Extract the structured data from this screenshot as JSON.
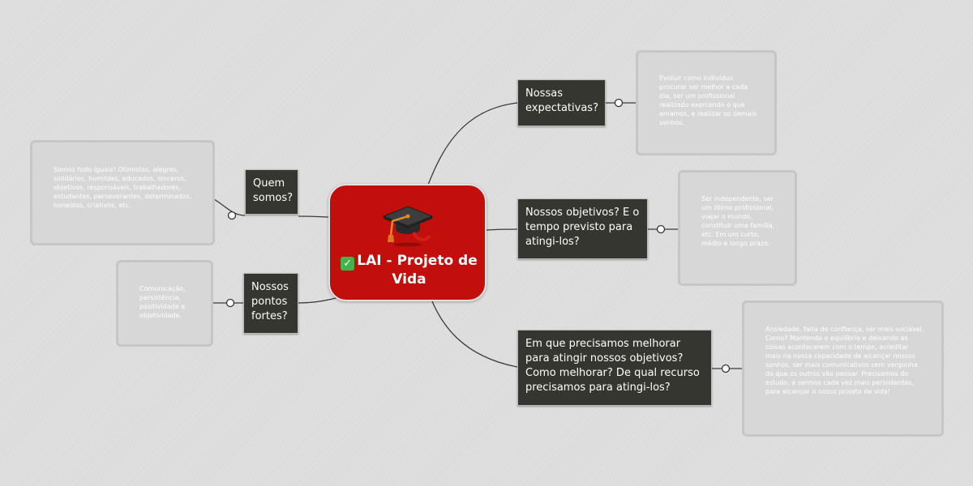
{
  "central": {
    "title": "LAI - Projeto de Vida",
    "status_icon": "check-icon",
    "topic_icon": "graduation-cap-icon",
    "color": "#c30f0c"
  },
  "topics": {
    "expectativas": {
      "label": "Nossas expectativas?",
      "note": "Evoluir como indivíduo procurar ser melhor a cada dia, ser um profissional realizado exercendo o que amamos, e realizar os demais sonhos."
    },
    "objetivos": {
      "label": "Nossos objetivos? E o tempo previsto para atingi-los?",
      "note": "Ser independente, ser um ótimo profissional, viajar o mundo, constituir uma família, etc. Em um curto, médio e longo prazo."
    },
    "melhorar": {
      "label": "Em que precisamos melhorar para atingir nossos objetivos? Como melhorar? De qual recurso precisamos para atingi-los?",
      "note": "Ansiedade, falta de confiança, ser mais sociável. Como? Mantendo o equilíbrio e deixando as coisas acontecerem com o tempo, acreditar mais na nossa capacidade de alcançar nossos sonhos, ser mais comunicativos sem vergonha do que os outros vão pensar. Precisamos do estudo, e sermos cada vez mais persistentes, para alcançar o nosso projeto de vida!"
    },
    "quem": {
      "label": "Quem somos?",
      "note": "Somos todo iguais! Otimistas, alegres, solidários, humildes, educados, sinceros, objetivos, responsáveis, trabalhadores, estudantes, perseverantes, determinados, honestos, criativos, etc."
    },
    "pontos": {
      "label": "Nossos pontos fortes?",
      "note": "Comunicação, persistência, positividade e objetividade."
    }
  },
  "colors": {
    "topic_fill": "#34362f",
    "note_fill": "#d7d7d7",
    "connector": "#3a3a3a",
    "background": "#dedede"
  }
}
